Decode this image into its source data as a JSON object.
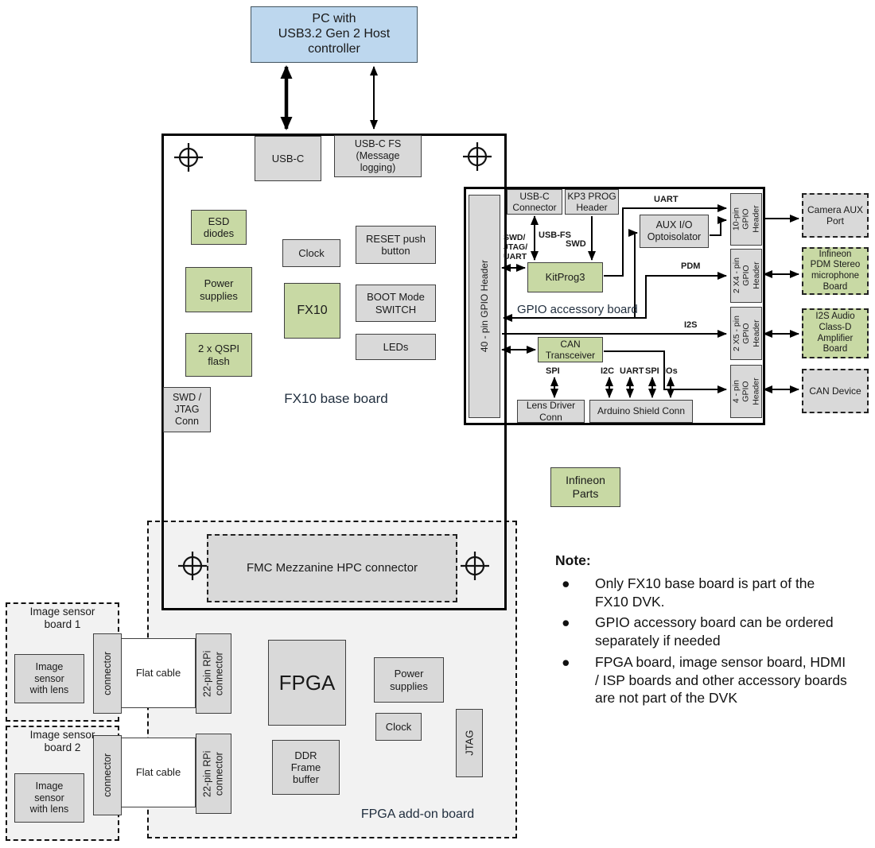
{
  "pc": {
    "label": "PC with\nUSB3.2 Gen 2 Host\ncontroller"
  },
  "base_board": {
    "title": "FX10 base board",
    "usb_c": "USB-C",
    "usb_c_fs": "USB-C FS\n(Message\nlogging)",
    "esd": "ESD\ndiodes",
    "clock": "Clock",
    "reset": "RESET push\nbutton",
    "power": "Power\nsupplies",
    "fx10": "FX10",
    "boot": "BOOT Mode\nSWITCH",
    "qspi": "2 x QSPI\nflash",
    "leds": "LEDs",
    "swd_jtag_conn": "SWD /\nJTAG\nConn",
    "gpio40_header": "40 - pin GPIO Header"
  },
  "gpio_board": {
    "title": "GPIO accessory board",
    "usb_c_connector": "USB-C\nConnector",
    "kp3_prog_header": "KP3 PROG\nHeader",
    "aux_io": "AUX I/O\nOptoisolator",
    "kitprog3": "KitProg3",
    "can_transceiver": "CAN\nTransceiver",
    "lens_driver": "Lens Driver\nConn",
    "arduino_shield": "Arduino Shield Conn",
    "hdr_10pin": "10-pin\nGPIO\nHeader",
    "hdr_2x4": "2 X4 - pin\nGPIO\nHeader",
    "hdr_2x5": "2 X5 - pin\nGPIO\nHeader",
    "hdr_4pin": "4 - pin\nGPIO\nHeader"
  },
  "signals": {
    "swd_jtag_uart": "SWD/\nJTAG/\nUART",
    "usb_fs": "USB-FS",
    "swd": "SWD",
    "uart": "UART",
    "pdm": "PDM",
    "i2s": "I2S",
    "spi_lens": "SPI",
    "i2c": "I2C",
    "uart2": "UART",
    "spi2": "SPI",
    "ios": "IOs"
  },
  "external_boards": {
    "camera_aux": "Camera AUX\nPort",
    "pdm_mic": "Infineon\nPDM Stereo\nmicrophone\nBoard",
    "i2s_amp": "I2S Audio\nClass-D\nAmplifier\nBoard",
    "can_device": "CAN Device"
  },
  "legend": {
    "infineon_parts": "Infineon\nParts"
  },
  "fpga_board": {
    "title": "FPGA add-on board",
    "fmc": "FMC Mezzanine HPC connector",
    "fpga": "FPGA",
    "power": "Power\nsupplies",
    "clock": "Clock",
    "jtag": "JTAG",
    "ddr": "DDR\nFrame\nbuffer",
    "rpi_connector": "22-pin RPi\nconnector"
  },
  "sensor_boards": [
    {
      "title": "Image sensor\nboard 1",
      "sensor": "Image\nsensor\nwith lens",
      "connector": "connector",
      "cable": "Flat cable"
    },
    {
      "title": "Image sensor\nboard 2",
      "sensor": "Image\nsensor\nwith lens",
      "connector": "connector",
      "cable": "Flat cable"
    }
  ],
  "note": {
    "title": "Note:",
    "bullets": [
      "Only FX10 base board is part of the FX10 DVK.",
      "GPIO accessory board can be ordered separately if needed",
      "FPGA board, image sensor board, HDMI / ISP boards and other accessory boards are not part of the DVK"
    ]
  },
  "colors": {
    "infineon_green": "#c8d9a4",
    "pc_blue": "#bdd7ee",
    "component_gray": "#d9d9d9",
    "board_gray": "#f2f2f2"
  }
}
